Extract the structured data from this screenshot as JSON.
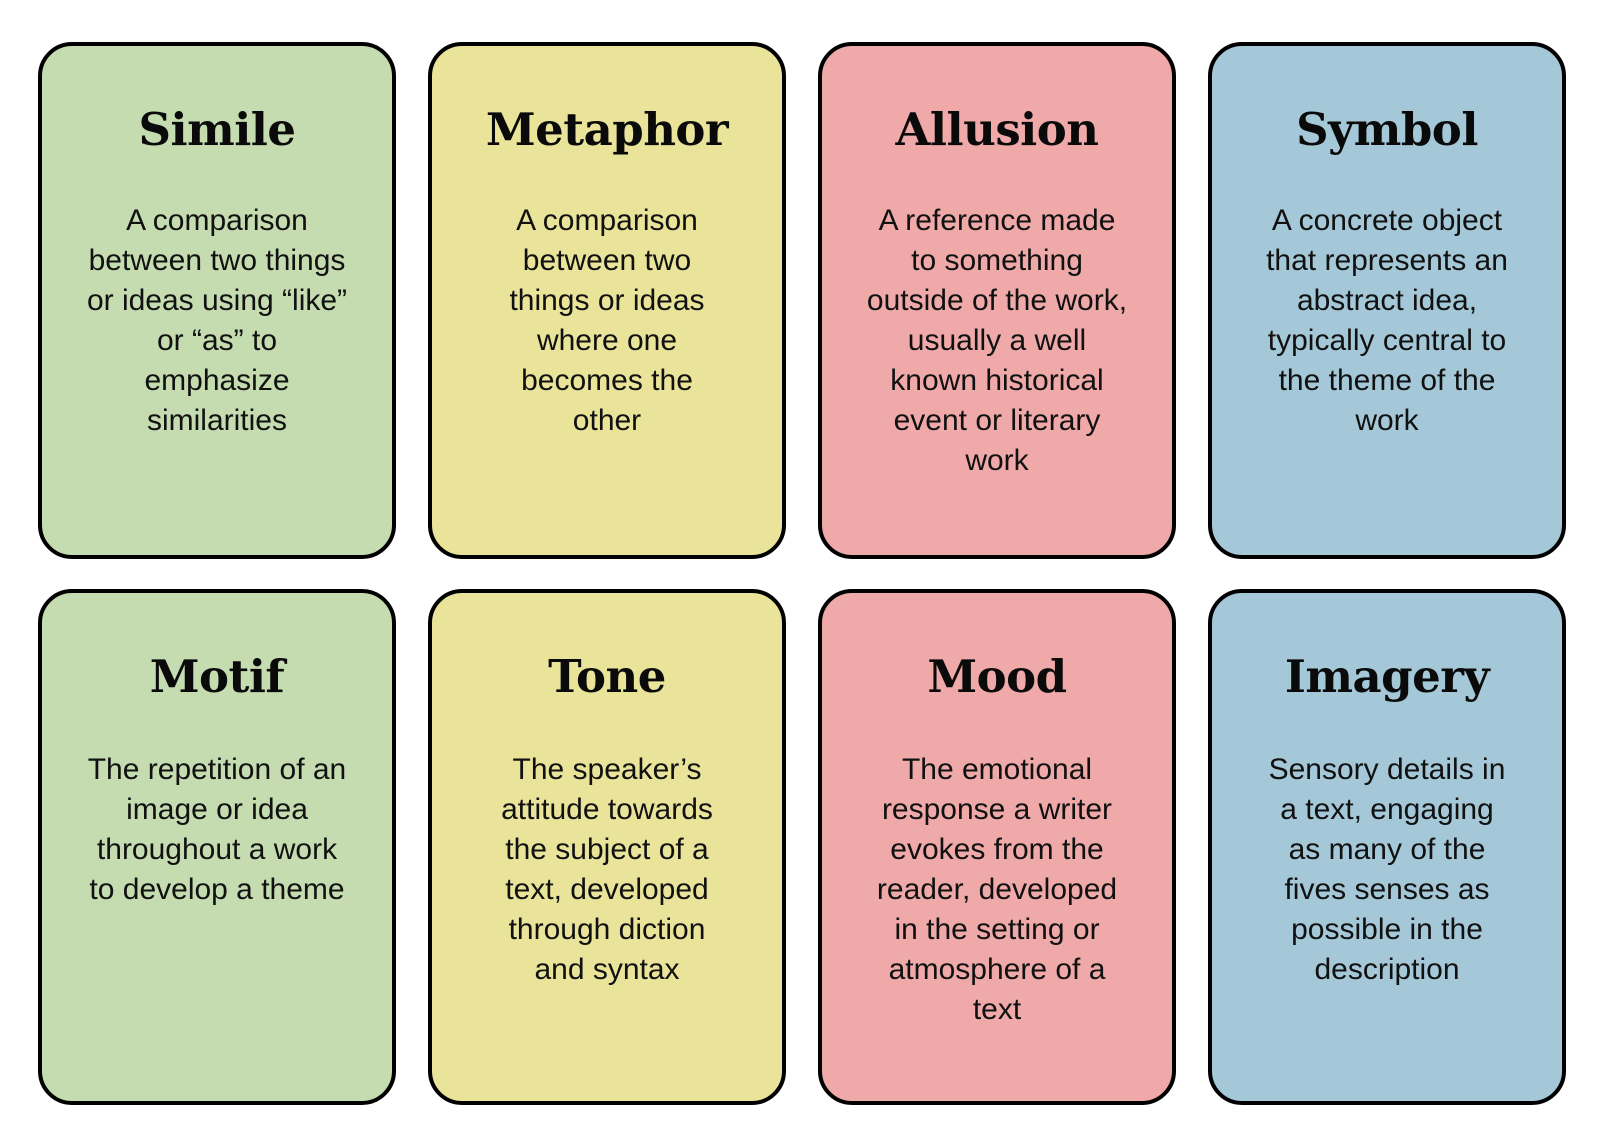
{
  "poster": {
    "type": "literary-terms-card-grid",
    "columns": 4,
    "rows": 2,
    "background_color": "#ffffff",
    "border_color": "#000000",
    "palette": {
      "green": "#c4dcb0",
      "yellow": "#e9e49a",
      "pink": "#efa9a9",
      "blue": "#a4c8d8"
    }
  },
  "cards": [
    {
      "title": "Simile",
      "definition": "A comparison between two things or ideas using “like” or “as” to emphasize similarities",
      "color_name": "green",
      "color": "#c4dcb0",
      "row": 1,
      "column": 1
    },
    {
      "title": "Metaphor",
      "definition": "A comparison between two things or ideas where one becomes the other",
      "color_name": "yellow",
      "color": "#e9e49a",
      "row": 1,
      "column": 2
    },
    {
      "title": "Allusion",
      "definition": "A reference made to something outside of the work, usually a well known historical event or literary work",
      "color_name": "pink",
      "color": "#efa9a9",
      "row": 1,
      "column": 3
    },
    {
      "title": "Symbol",
      "definition": "A concrete object that represents an abstract idea, typically central to the theme of the work",
      "color_name": "blue",
      "color": "#a4c8d8",
      "row": 1,
      "column": 4
    },
    {
      "title": "Motif",
      "definition": "The repetition of an image or idea throughout a work to develop a theme",
      "color_name": "green",
      "color": "#c4dcb0",
      "row": 2,
      "column": 1
    },
    {
      "title": "Tone",
      "definition": "The speaker’s attitude towards the subject of a text, developed through diction and syntax",
      "color_name": "yellow",
      "color": "#e9e49a",
      "row": 2,
      "column": 2
    },
    {
      "title": "Mood",
      "definition": "The emotional response a writer evokes from the reader, developed in the setting or atmosphere of a text",
      "color_name": "pink",
      "color": "#efa9a9",
      "row": 2,
      "column": 3
    },
    {
      "title": "Imagery",
      "definition": "Sensory details in a text, engaging as many of the fives senses as possible in the description",
      "color_name": "blue",
      "color": "#a4c8d8",
      "row": 2,
      "column": 4
    }
  ]
}
